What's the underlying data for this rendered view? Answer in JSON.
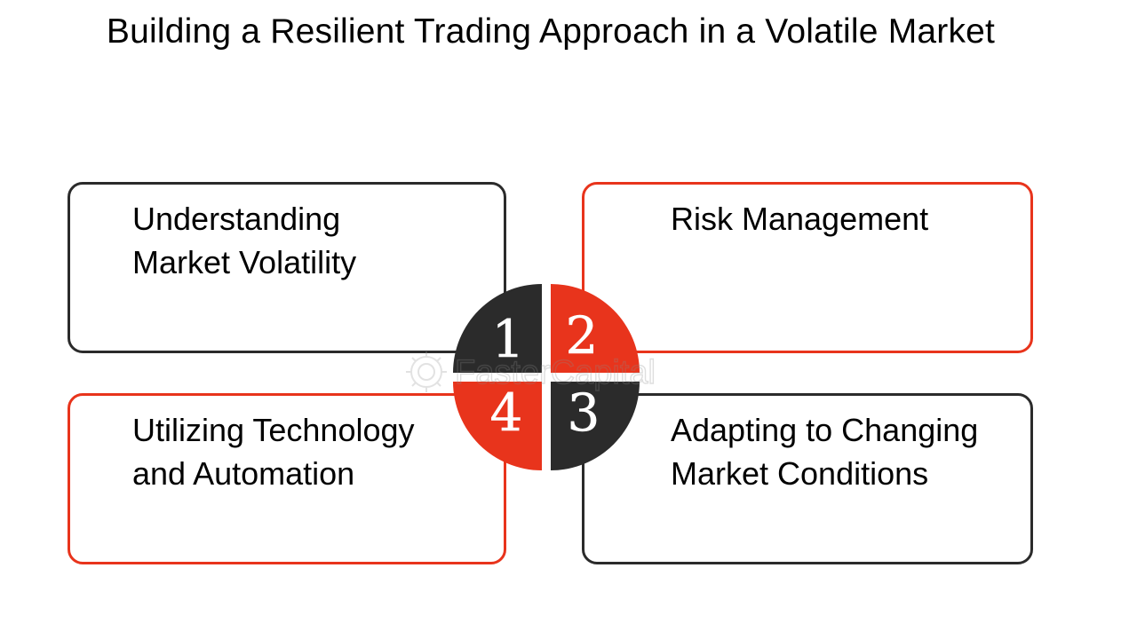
{
  "title": "Building a Resilient Trading Approach in a Volatile Market",
  "colors": {
    "dark": "#2b2b2b",
    "accent": "#e8341c"
  },
  "quadrants": [
    {
      "number": "1",
      "label": "Understanding\nMarket Volatility",
      "color": "dark"
    },
    {
      "number": "2",
      "label": "Risk Management",
      "color": "accent"
    },
    {
      "number": "3",
      "label": "Adapting to Changing\nMarket Conditions",
      "color": "dark"
    },
    {
      "number": "4",
      "label": "Utilizing Technology\nand Automation",
      "color": "accent"
    }
  ],
  "watermark": {
    "text": "FasterCapital",
    "icon": "gear-icon"
  }
}
